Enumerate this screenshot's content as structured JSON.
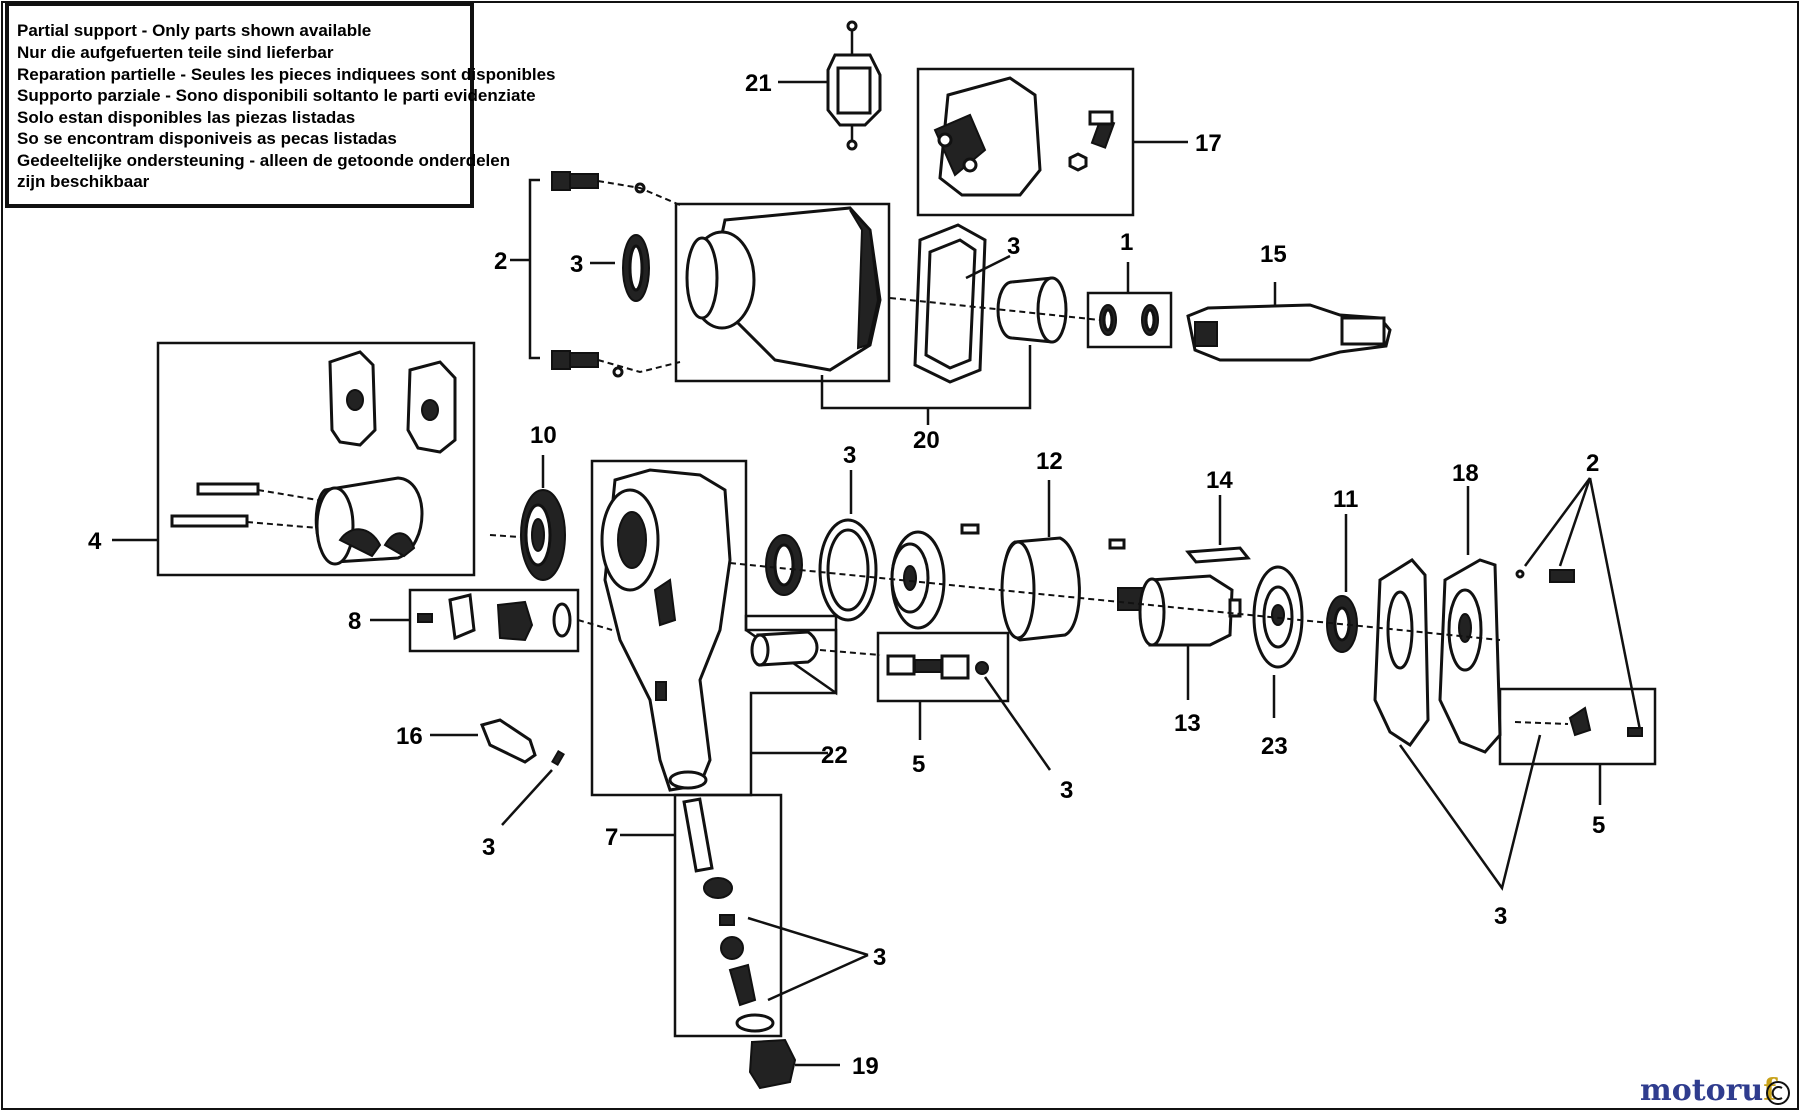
{
  "notice": {
    "lines": [
      "Partial support - Only parts shown available",
      "Nur die aufgefuerten teile sind lieferbar",
      "Reparation partielle - Seules les pieces indiquees sont disponibles",
      "Supporto parziale - Sono disponibili soltanto le parti evidenziate",
      "Solo estan disponibles las piezas listadas",
      "So se encontram disponiveis as pecas listadas",
      "Gedeeltelijke ondersteuning - alleen de getoonde onderdelen",
      "zijn beschikbaar"
    ]
  },
  "callouts": {
    "c21": "21",
    "c17": "17",
    "c2a": "2",
    "c3a": "3",
    "c3b": "3",
    "c1": "1",
    "c15": "15",
    "c20": "20",
    "c10": "10",
    "c3c": "3",
    "c12": "12",
    "c14": "14",
    "c11": "11",
    "c18": "18",
    "c2b": "2",
    "c4": "4",
    "c8": "8",
    "c16": "16",
    "c22": "22",
    "c5a": "5",
    "c3d": "3",
    "c13": "13",
    "c23": "23",
    "c5b": "5",
    "c3e": "3",
    "c3f": "3",
    "c7": "7",
    "c3g": "3",
    "c19": "19"
  },
  "brand": {
    "part1": "motoru",
    "part2": "f"
  }
}
